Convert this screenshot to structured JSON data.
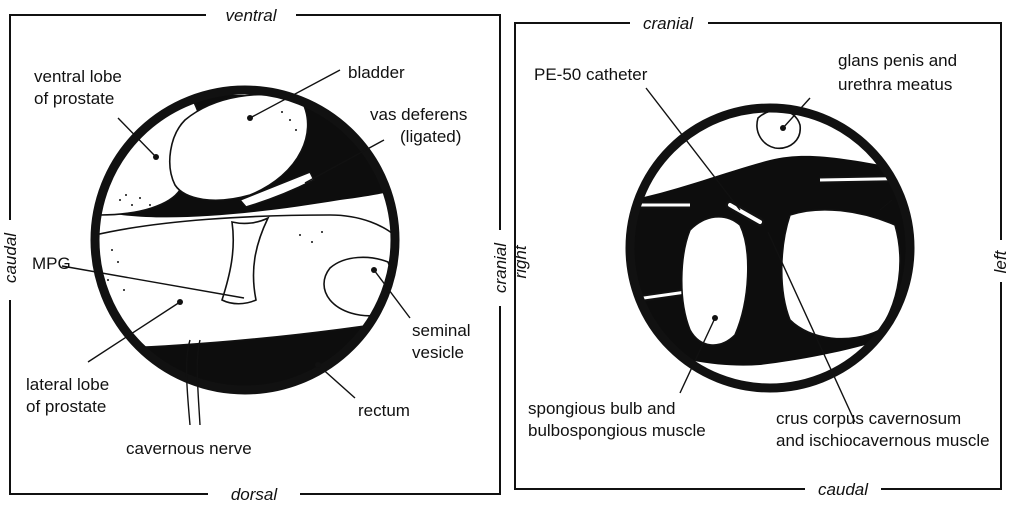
{
  "left_panel": {
    "orientation": {
      "top": "ventral",
      "bottom": "dorsal",
      "left": "caudal",
      "right": "cranial"
    },
    "labels": {
      "ventral_lobe": [
        "ventral lobe",
        "of prostate"
      ],
      "bladder": "bladder",
      "vas_deferens": [
        "vas deferens",
        "(ligated)"
      ],
      "mpg": "MPG",
      "seminal_vesicle": [
        "seminal",
        "vesicle"
      ],
      "lateral_lobe": [
        "lateral lobe",
        "of prostate"
      ],
      "rectum": "rectum",
      "cavernous_nerve": "cavernous nerve"
    }
  },
  "right_panel": {
    "orientation": {
      "top": "cranial",
      "bottom": "caudal",
      "left": "right",
      "right": "left"
    },
    "labels": {
      "catheter": "PE-50 catheter",
      "glans": [
        "glans penis and",
        "urethra meatus"
      ],
      "spongious": [
        "spongious bulb and",
        "bulbospongious muscle"
      ],
      "crus": [
        "crus corpus cavernosum",
        "and ischiocavernous muscle"
      ]
    }
  },
  "colors": {
    "ink": "#111111",
    "background": "#ffffff"
  }
}
